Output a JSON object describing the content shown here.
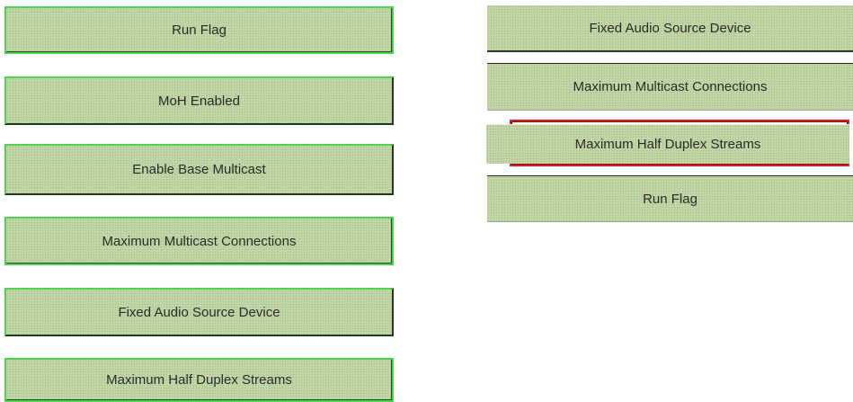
{
  "options": [
    {
      "label": "Run Flag"
    },
    {
      "label": "MoH Enabled"
    },
    {
      "label": "Enable Base Multicast"
    },
    {
      "label": "Maximum Multicast Connections"
    },
    {
      "label": "Fixed Audio Source Device"
    },
    {
      "label": "Maximum Half Duplex Streams"
    }
  ],
  "answers": [
    {
      "label": "Fixed Audio Source Device"
    },
    {
      "label": "Maximum Multicast Connections"
    },
    {
      "label": "Maximum Half Duplex Streams",
      "selected": true
    },
    {
      "label": "Run Flag"
    }
  ],
  "colors": {
    "tile_fill": "#c2d6a8",
    "source_border": "#4cd44c",
    "selected_border": "#d42020"
  }
}
